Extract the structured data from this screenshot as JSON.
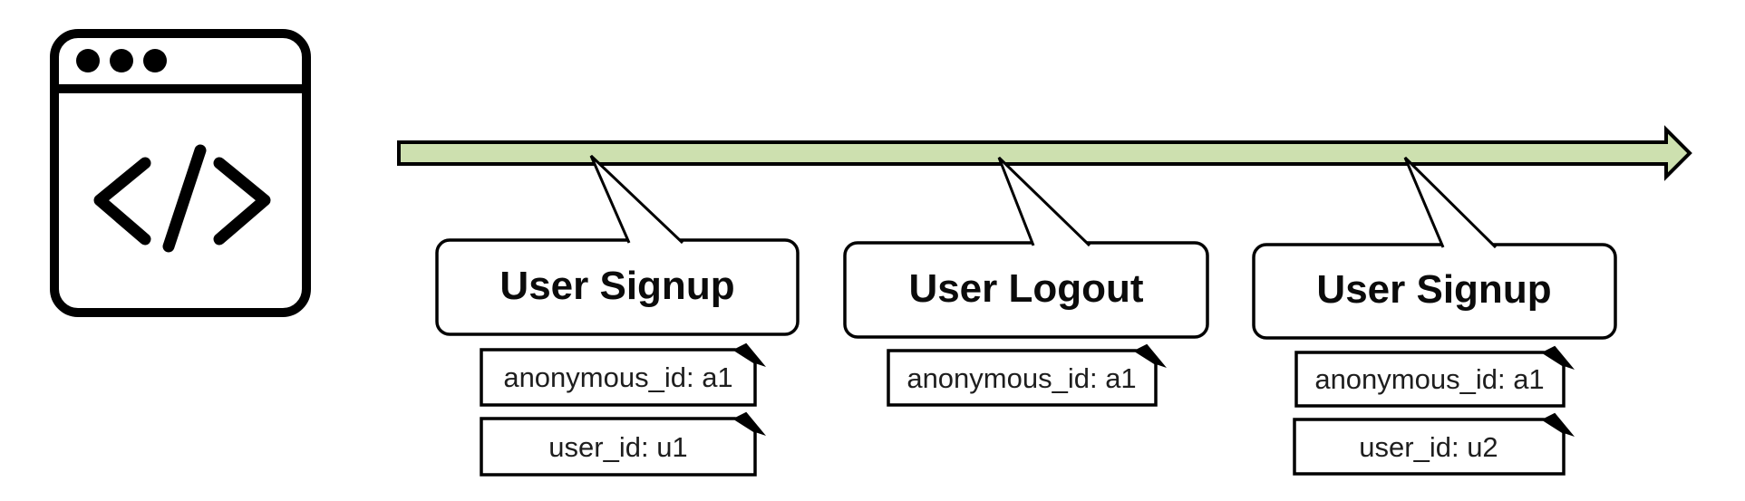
{
  "icon": {
    "name": "code-window-icon"
  },
  "colors": {
    "timeline_green": "#cde0af",
    "tag_highlight": "#f0ae9e",
    "stroke_black": "#000000"
  },
  "events": [
    {
      "title": "User Signup",
      "tags": [
        {
          "label": "anonymous_id: a1",
          "highlighted": false
        },
        {
          "label": "user_id: u1",
          "highlighted": false
        }
      ]
    },
    {
      "title": "User Logout",
      "tags": [
        {
          "label": "anonymous_id: a1",
          "highlighted": false
        }
      ]
    },
    {
      "title": "User Signup",
      "tags": [
        {
          "label": "anonymous_id: a1",
          "highlighted": true
        },
        {
          "label": "user_id: u2",
          "highlighted": false
        }
      ]
    }
  ]
}
